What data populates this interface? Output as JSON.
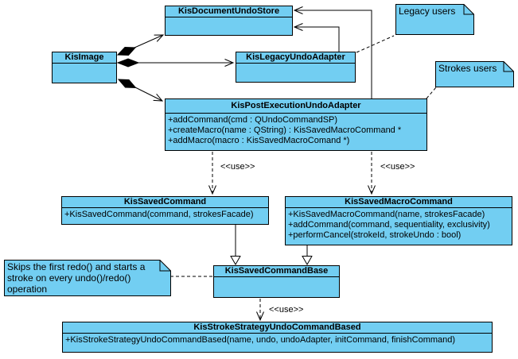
{
  "colors": {
    "box_fill": "#72cef2",
    "border": "#000000",
    "background": "#ffffff"
  },
  "classes": {
    "docStore": {
      "name": "KisDocumentUndoStore"
    },
    "image": {
      "name": "KisImage"
    },
    "legacyAdapter": {
      "name": "KisLegacyUndoAdapter"
    },
    "postExec": {
      "name": "KisPostExecutionUndoAdapter",
      "methods": [
        "+addCommand(cmd : QUndoCommandSP)",
        "+createMacro(name : QString) : KisSavedMacroCommand *",
        "+addMacro(macro : KisSavedMacroComand *)"
      ]
    },
    "savedCommand": {
      "name": "KisSavedCommand",
      "methods": [
        "+KisSavedCommand(command, strokesFacade)"
      ]
    },
    "savedMacroCommand": {
      "name": "KisSavedMacroCommand",
      "methods": [
        "+KisSavedMacroCommand(name, strokesFacade)",
        "+addCommand(command, sequentiality, exclusivity)",
        "+performCancel(strokeId, strokeUndo : bool)"
      ]
    },
    "savedCommandBase": {
      "name": "KisSavedCommandBase"
    },
    "strokeStrategy": {
      "name": "KisStrokeStrategyUndoCommandBased",
      "methods": [
        "+KisStrokeStrategyUndoCommandBased(name, undo, undoAdapter, initCommand, finishCommand)"
      ]
    }
  },
  "notes": {
    "legacyUsers": {
      "text": "Legacy users"
    },
    "strokesUsers": {
      "text": "Strokes users"
    },
    "skips": {
      "text": "Skips the first redo() and starts a stroke on every undo()/redo() operation"
    }
  },
  "labels": {
    "use": "<<use>>"
  }
}
